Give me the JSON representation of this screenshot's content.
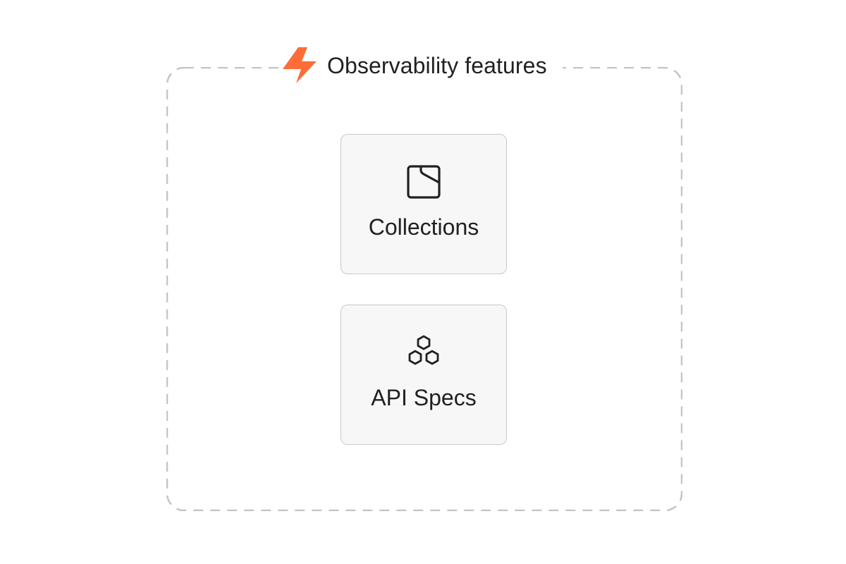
{
  "group": {
    "title": "Observability features",
    "icon": "lightning-bolt-icon",
    "accent_color": "#FF6C37",
    "border_style": "dashed",
    "border_color": "#C4C4C4"
  },
  "features": [
    {
      "label": "Collections",
      "icon": "collection-icon"
    },
    {
      "label": "API Specs",
      "icon": "api-specs-hexagons-icon"
    }
  ],
  "colors": {
    "text": "#212121",
    "card_background": "#F7F7F7",
    "card_border": "#C9C9C9"
  }
}
